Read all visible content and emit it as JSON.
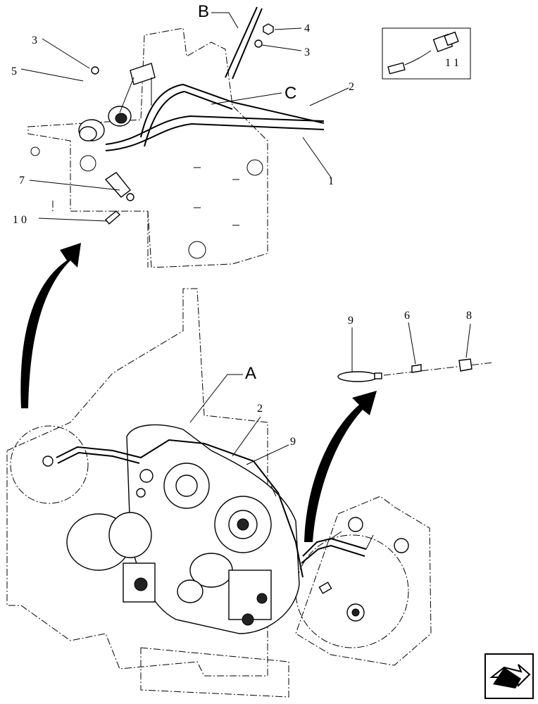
{
  "callouts": {
    "c1": "1",
    "c2_top": "2",
    "c3_left": "3",
    "c3_right": "3",
    "c4": "4",
    "c5": "5",
    "c6": "6",
    "c7": "7",
    "c8": "8",
    "c9_detail": "9",
    "c9_main": "9",
    "c10": "1 0",
    "c11": "1 1",
    "c2_main": "2"
  },
  "view_letters": {
    "a": "A",
    "b": "B",
    "c": "C"
  },
  "icons": {
    "nav_arrow": "next-page-arrow-icon"
  },
  "colors": {
    "line": "#000000",
    "background": "#ffffff"
  }
}
